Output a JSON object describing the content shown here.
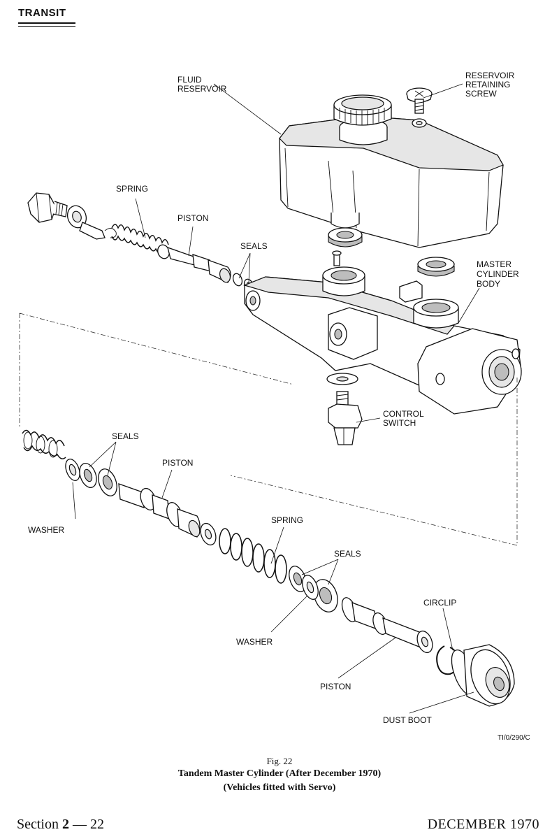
{
  "header": {
    "title": "TRANSIT"
  },
  "labels": {
    "fluid_reservoir_1": "FLUID",
    "fluid_reservoir_2": "RESERVOIR",
    "reservoir_screw_1": "RESERVOIR",
    "reservoir_screw_2": "RETAINING",
    "reservoir_screw_3": "SCREW",
    "spring_upper": "SPRING",
    "piston_upper": "PISTON",
    "seals_upper": "SEALS",
    "body_1": "MASTER",
    "body_2": "CYLINDER",
    "body_3": "BODY",
    "switch_1": "CONTROL",
    "switch_2": "SWITCH",
    "seals_left": "SEALS",
    "piston_mid": "PISTON",
    "washer_left": "WASHER",
    "spring_lower": "SPRING",
    "seals_lower": "SEALS",
    "circlip": "CIRCLIP",
    "washer_lower": "WASHER",
    "piston_lower": "PISTON",
    "dust_boot": "DUST BOOT"
  },
  "reference_code": "TI/0/290/C",
  "caption": {
    "fig": "Fig. 22",
    "title": "Tandem Master Cylinder (After December 1970)",
    "subtitle": "(Vehicles fitted with Servo)"
  },
  "footer": {
    "section_prefix": "Section ",
    "section_number": "2",
    "section_suffix": " — 22",
    "date": "DECEMBER 1970"
  }
}
